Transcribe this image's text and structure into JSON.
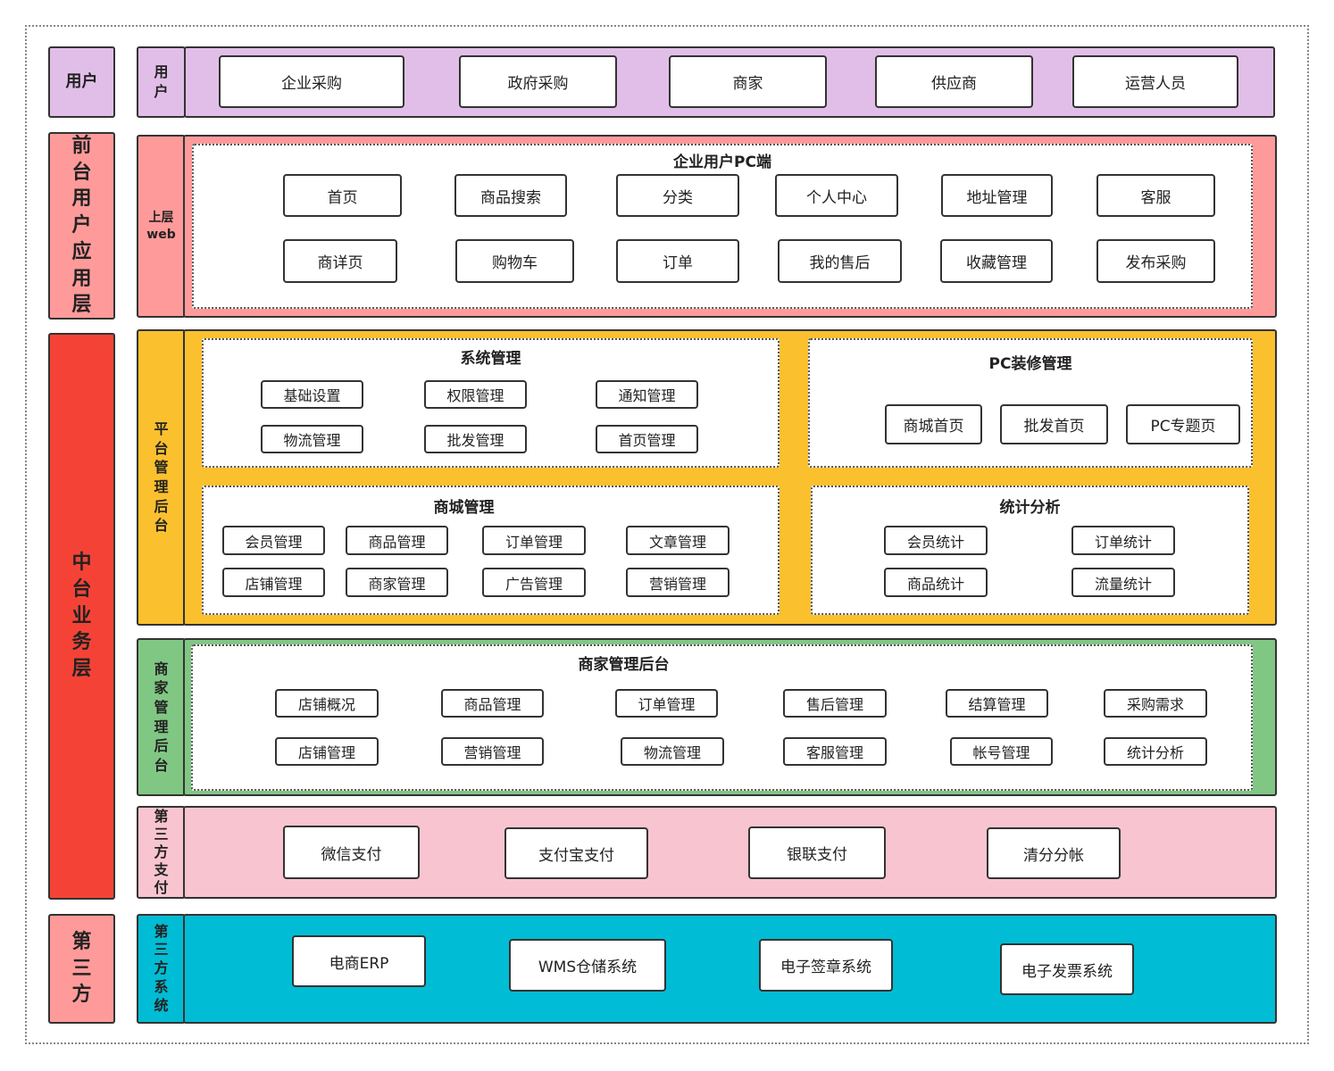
{
  "colors": {
    "purple": "#e1bee7",
    "salmon": "#ff9a9a",
    "red": "#f44336",
    "orange": "#fbc02d",
    "green": "#81c784",
    "pink": "#f8c4cf",
    "teal": "#00bcd4",
    "third_party_label": "#ff9a9a"
  },
  "layers": {
    "user": "用户",
    "frontend": "前台用户应用层",
    "middle": "中台业务层",
    "third": "第三方"
  },
  "sublabels": {
    "user": "用户",
    "web": [
      "上层",
      "web"
    ],
    "platform": "平台管理后台",
    "merchant": "商家管理后台",
    "payment": "第三方支付",
    "system": "第三方系统"
  },
  "user_row": [
    "企业采购",
    "政府采购",
    "商家",
    "供应商",
    "运营人员"
  ],
  "pc_client": {
    "title": "企业用户PC端",
    "row1": [
      "首页",
      "商品搜索",
      "分类",
      "个人中心",
      "地址管理",
      "客服"
    ],
    "row2": [
      "商详页",
      "购物车",
      "订单",
      "我的售后",
      "收藏管理",
      "发布采购"
    ]
  },
  "system_mgmt": {
    "title": "系统管理",
    "items": [
      "基础设置",
      "权限管理",
      "通知管理",
      "物流管理",
      "批发管理",
      "首页管理"
    ]
  },
  "pc_decor": {
    "title": "PC装修管理",
    "items": [
      "商城首页",
      "批发首页",
      "PC专题页"
    ]
  },
  "mall_mgmt": {
    "title": "商城管理",
    "items": [
      "会员管理",
      "商品管理",
      "订单管理",
      "文章管理",
      "店铺管理",
      "商家管理",
      "广告管理",
      "营销管理"
    ]
  },
  "stats": {
    "title": "统计分析",
    "items": [
      "会员统计",
      "订单统计",
      "商品统计",
      "流量统计"
    ]
  },
  "merchant_backend": {
    "title": "商家管理后台",
    "row1": [
      "店铺概况",
      "商品管理",
      "订单管理",
      "售后管理",
      "结算管理",
      "采购需求"
    ],
    "row2": [
      "店铺管理",
      "营销管理",
      "物流管理",
      "客服管理",
      "帐号管理",
      "统计分析"
    ]
  },
  "payment": [
    "微信支付",
    "支付宝支付",
    "银联支付",
    "清分分帐"
  ],
  "systems": [
    "电商ERP",
    "WMS仓储系统",
    "电子签章系统",
    "电子发票系统"
  ]
}
